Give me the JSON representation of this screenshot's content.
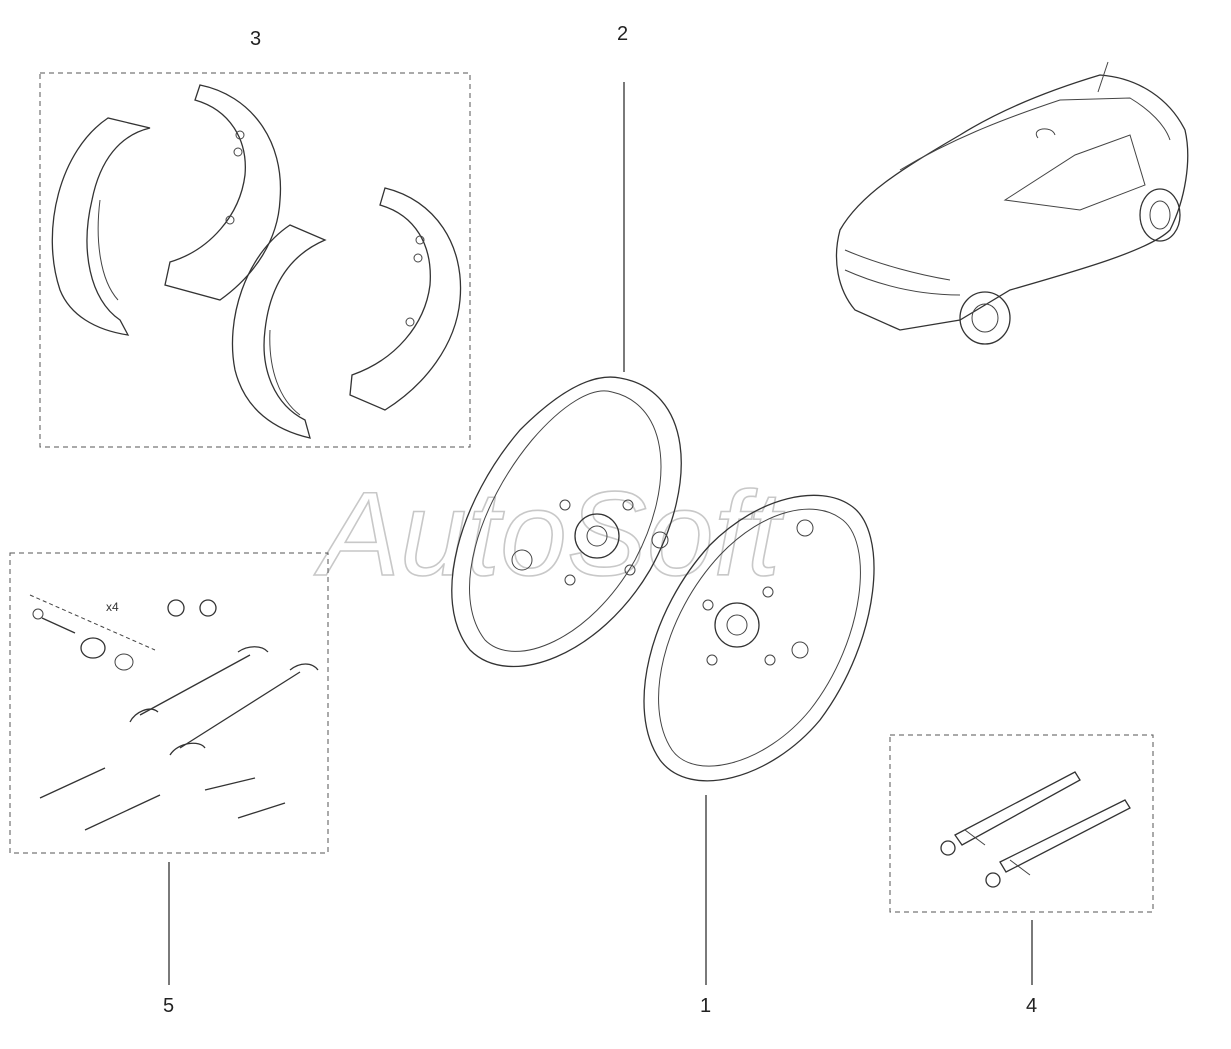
{
  "callouts": {
    "c1": "1",
    "c2": "2",
    "c3": "3",
    "c4": "4",
    "c5": "5"
  },
  "kit_quantity": "x4",
  "watermark": "AutoSoft"
}
